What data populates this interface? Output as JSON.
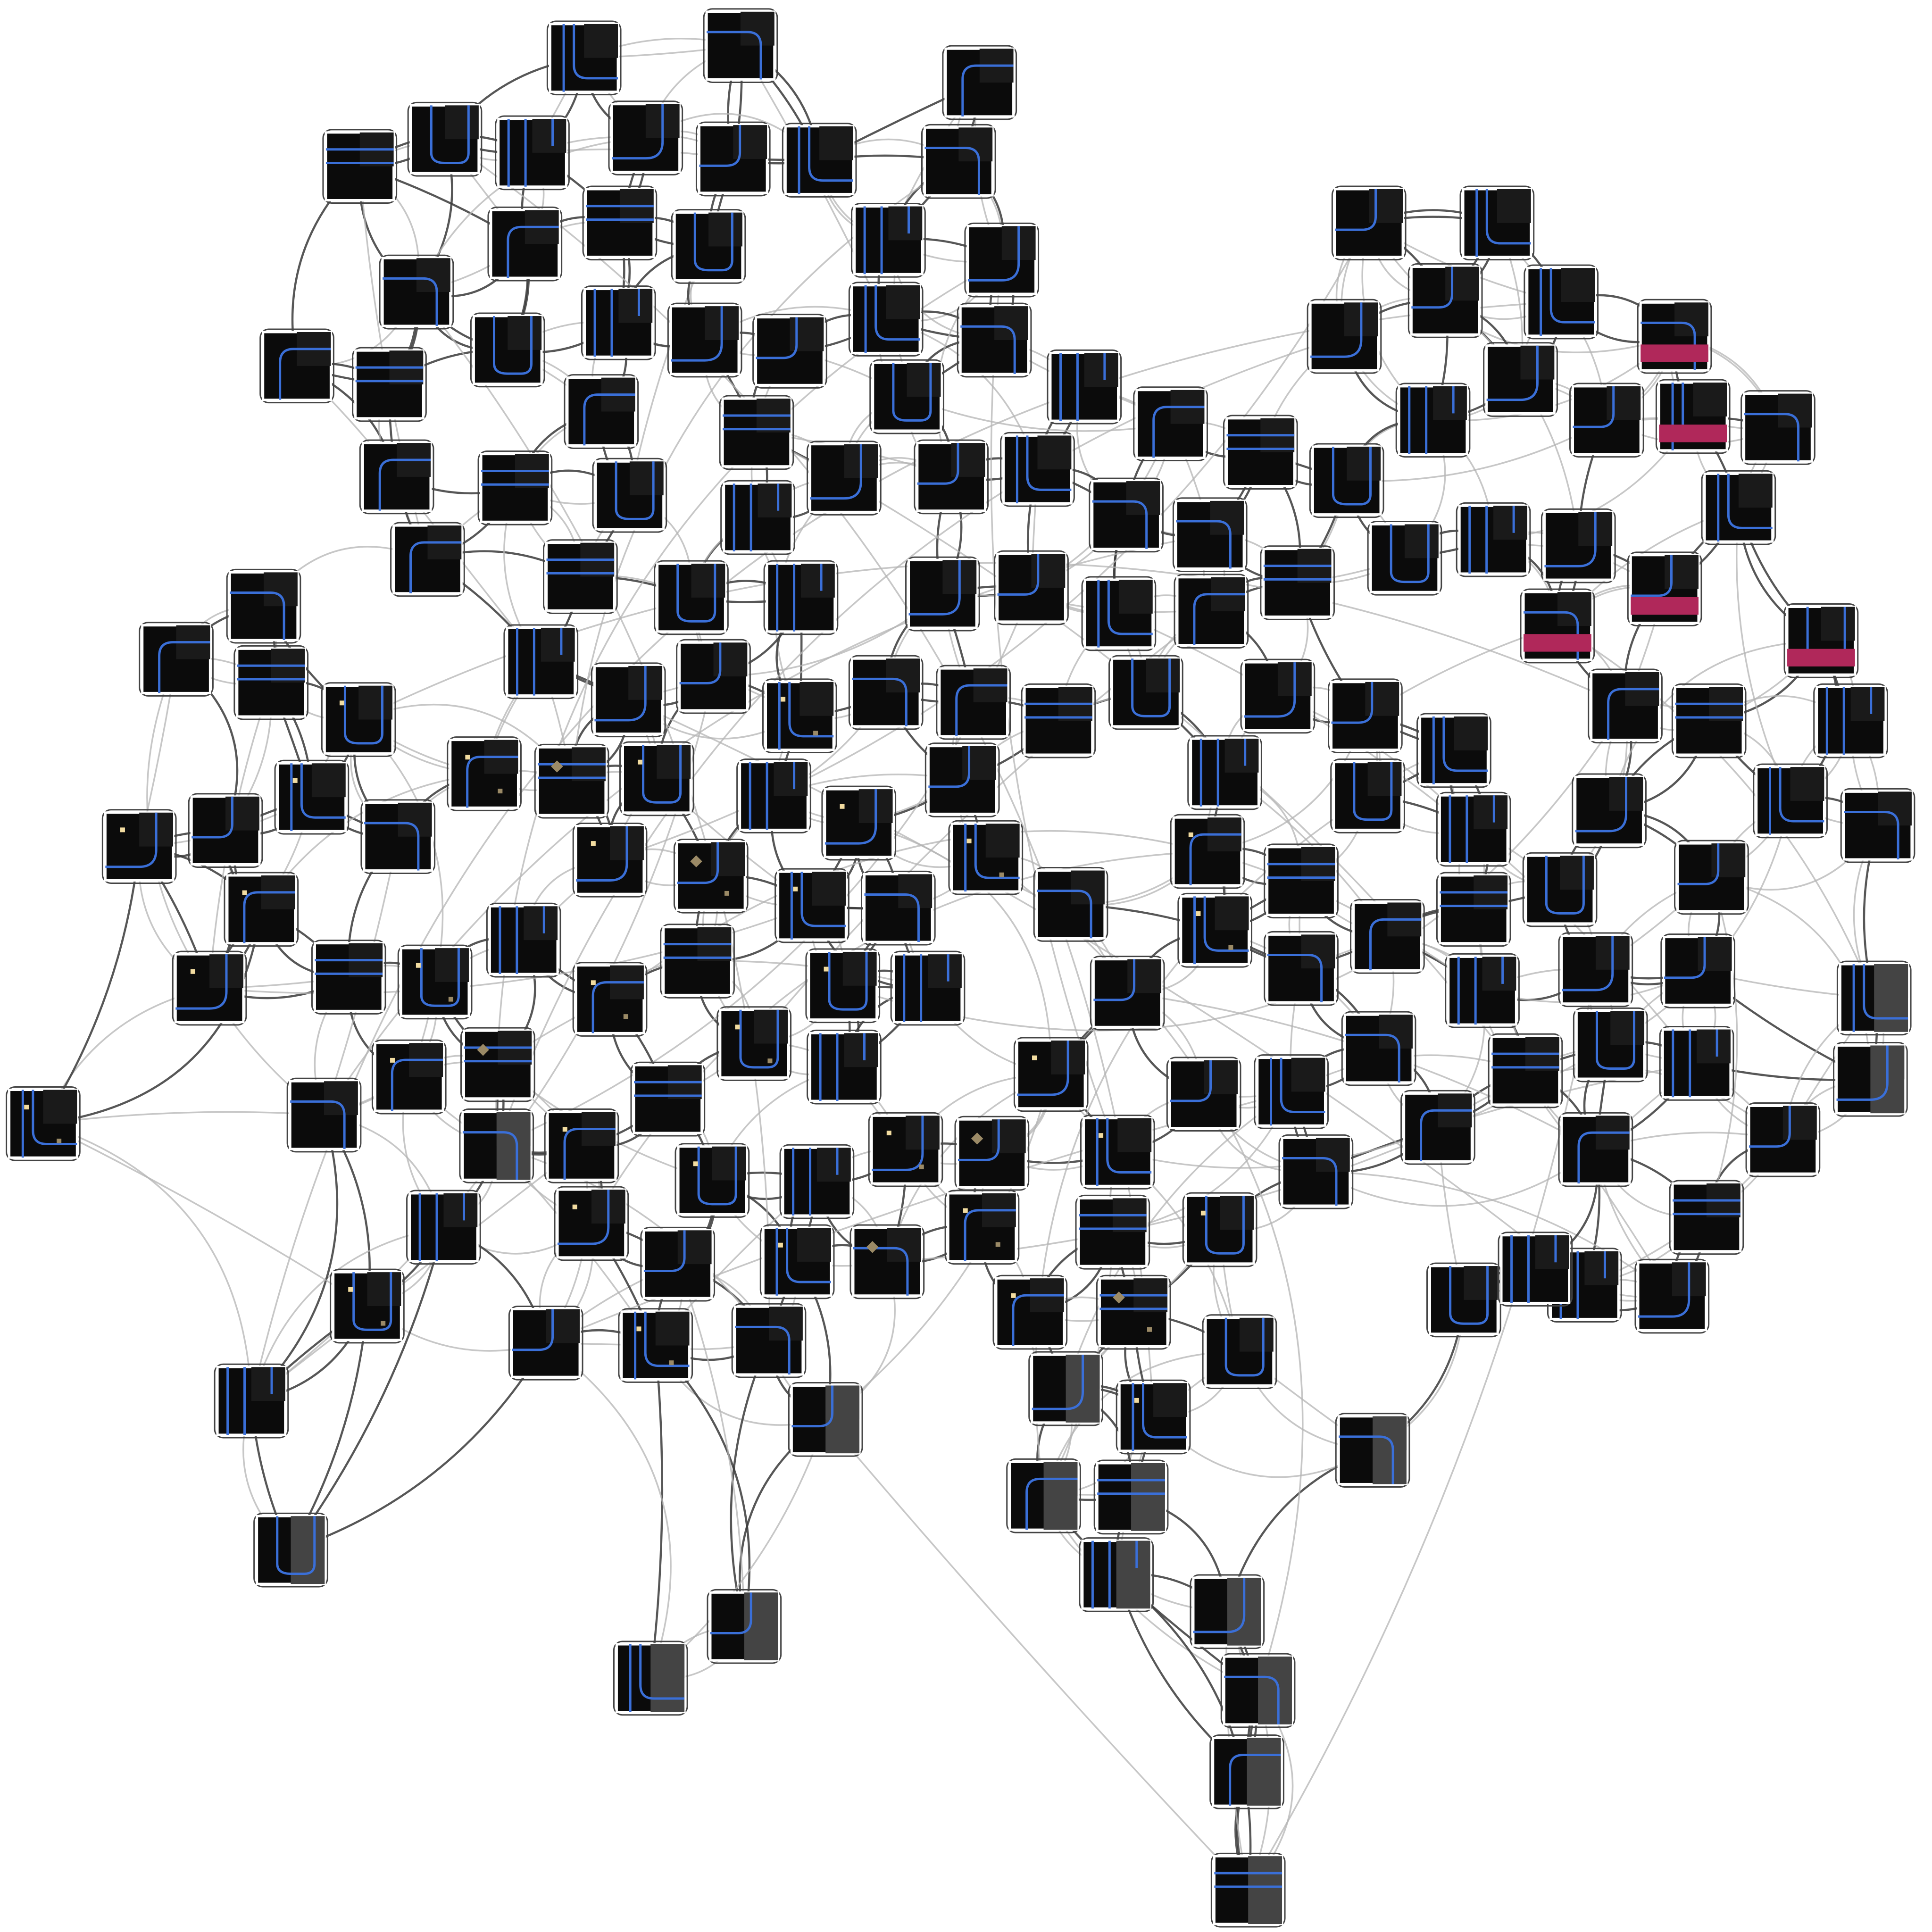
{
  "graph": {
    "node_count": 196,
    "node_kinds": [
      "corridor-tile",
      "coin-tile",
      "pellet-tile",
      "hazard-tile",
      "edge-tile"
    ],
    "colors": {
      "background": "#ffffff",
      "tile_fill": "#0b0b0b",
      "tile_inner": "#1a1a1a",
      "path_blue": "#3a6fd8",
      "coin_cream": "#f2dca0",
      "pellet_tan": "#9b8a66",
      "hazard_magenta": "#b0285a",
      "edge_tile_gray": "#444444",
      "edge_dark": "#3a3a3a",
      "edge_light": "#b4b4b4"
    }
  }
}
